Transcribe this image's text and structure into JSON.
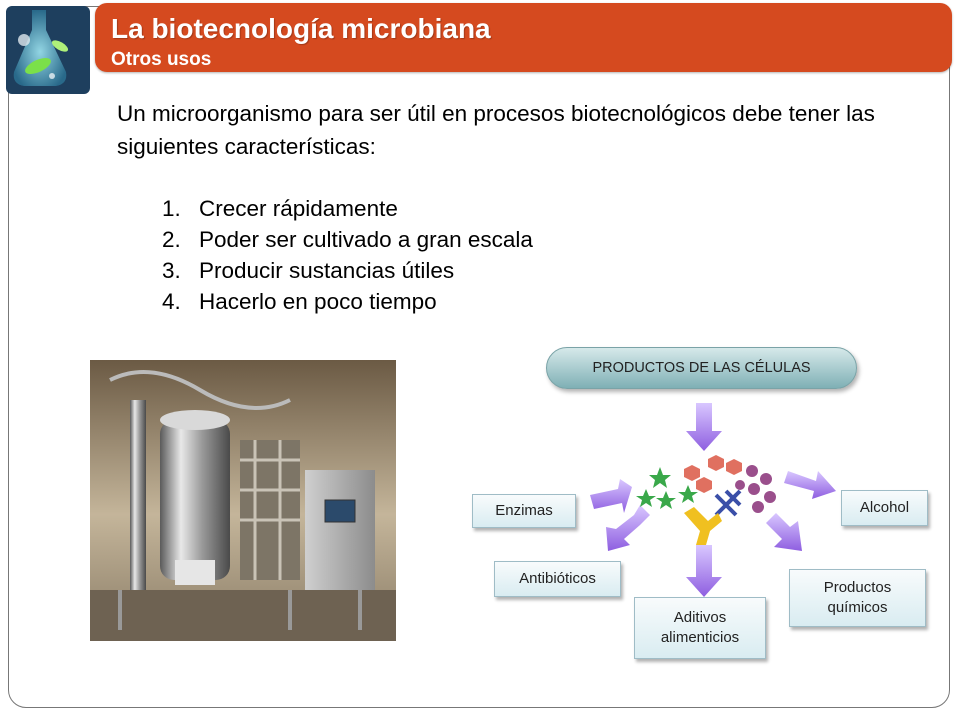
{
  "header": {
    "title": "La biotecnología microbiana",
    "subtitle": "Otros usos"
  },
  "body": {
    "intro": "Un microorganismo para ser útil en procesos biotecnológicos debe tener las siguientes características:",
    "items": [
      {
        "num": "1.",
        "text": "Crecer rápidamente"
      },
      {
        "num": "2.",
        "text": "Poder ser cultivado a gran escala"
      },
      {
        "num": "3.",
        "text": "Producir sustancias útiles"
      },
      {
        "num": "4.",
        "text": "Hacerlo en poco tiempo"
      }
    ]
  },
  "diagram": {
    "header": "PRODUCTOS DE LAS CÉLULAS",
    "products": {
      "enzimas": "Enzimas",
      "alcohol": "Alcohol",
      "antibioticos": "Antibióticos",
      "aditivos": "Aditivos alimenticios",
      "quimicos": "Productos químicos"
    }
  },
  "colors": {
    "title_bar": "#d54a1f",
    "arrow": "#9b6fe0",
    "box_border": "#9fbcc6"
  },
  "images": {
    "logo": "microbe-flask-logo",
    "photo": "bioreactor-fermenter-photo"
  }
}
